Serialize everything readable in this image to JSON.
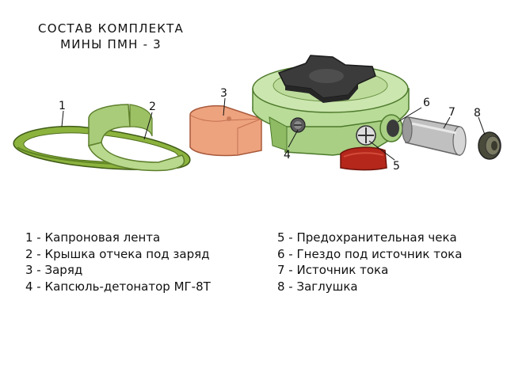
{
  "title": {
    "line1": "СОСТАВ КОМПЛЕКТА",
    "line2": "МИНЫ ПМН - 3"
  },
  "callouts": [
    "1",
    "2",
    "3",
    "4",
    "5",
    "6",
    "7",
    "8"
  ],
  "legend_left": [
    "1 - Капроновая лента",
    "2 - Крышка отчека под заряд",
    "3 - Заряд",
    "4 - Капсюль-детонатор МГ-8Т"
  ],
  "legend_right": [
    "5 - Предохранительная чека",
    "6 - Гнездо под источник тока",
    "7 - Источник тока",
    "8 - Заглушка"
  ],
  "colors": {
    "strap_green": "#8cb33e",
    "body_green": "#c4e0a4",
    "charge_salmon": "#eea37f",
    "pin_red": "#b5271b",
    "knob_dark": "#3b3b3b",
    "battery_gray": "#c0c0c0",
    "plug_dark": "#4a4a3a"
  }
}
